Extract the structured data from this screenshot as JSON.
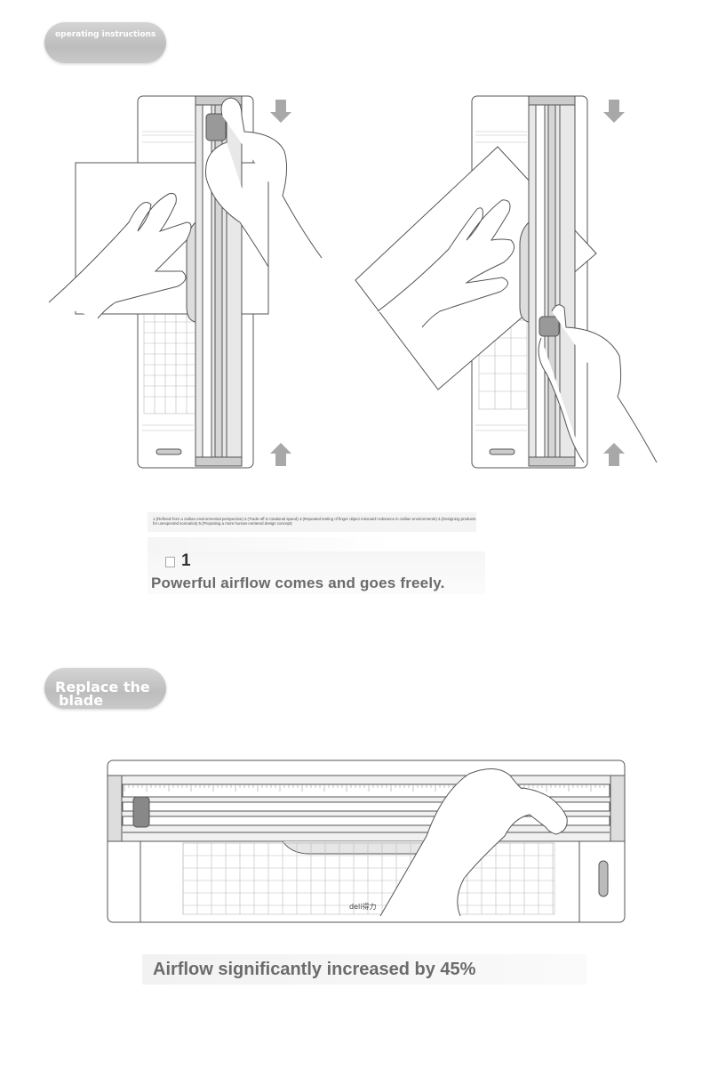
{
  "section1": {
    "badge": "operating instructions"
  },
  "fine_print": "1.(Refined from a civilian environmental perspective) 2.(Trade-off in rotational speed) 3.(Repeated testing of finger object mismatch tolerance in civilian environments) 4.(Designing products for unexpected scenarios) 5.(Proposing a more human-centered design concept)",
  "step": {
    "number": "1",
    "caption": "Powerful airflow comes and goes freely."
  },
  "section2": {
    "badge_line1": "Replace the",
    "badge_line2": "blade"
  },
  "trimmer": {
    "brand": "deli得力"
  },
  "bottom": {
    "caption": "Airflow significantly increased by 45%"
  },
  "colors": {
    "badge": "#c4c4c4",
    "caption": "#6b6b6b",
    "line": "#555555",
    "arrow": "#a8a8a8"
  },
  "icons": [
    "arrow-down-icon",
    "arrow-up-icon",
    "hand-illustration",
    "paper-trimmer-illustration"
  ]
}
